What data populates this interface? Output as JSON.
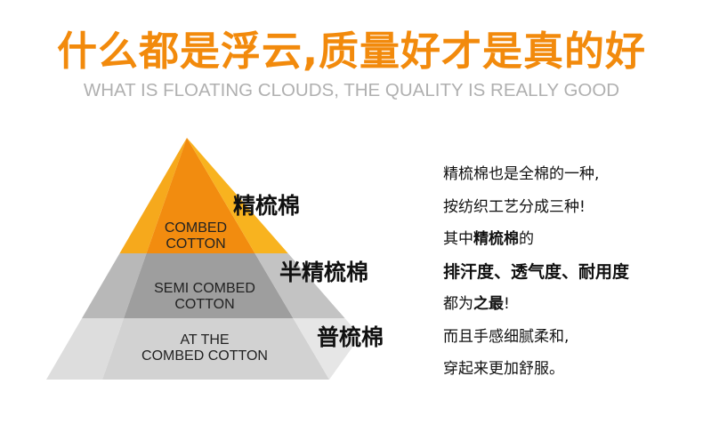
{
  "header": {
    "title": "什么都是浮云,质量好才是真的好",
    "subtitle": "WHAT IS FLOATING CLOUDS, THE QUALITY IS REALLY GOOD"
  },
  "pyramid": {
    "tiers": [
      {
        "en": "COMBED COTTON",
        "en_line1": "COMBED",
        "en_line2": "COTTON",
        "cn": "精梳棉",
        "color": "#f28c0f"
      },
      {
        "en": "SEMI COMBED COTTON",
        "en_line1": "SEMI COMBED",
        "en_line2": "COTTON",
        "cn": "半精梳棉",
        "color": "#9d9d9d"
      },
      {
        "en": "AT THE COMBED COTTON",
        "en_line1": "AT THE",
        "en_line2": "COMBED COTTON",
        "cn": "普梳棉",
        "color": "#d0d0d0"
      }
    ]
  },
  "description": {
    "line1": "精梳棉也是全棉的一种,",
    "line2": "按纺织工艺分成三种!",
    "line3_a": "其中",
    "line3_b": "精梳棉",
    "line3_c": "的",
    "line4": "排汗度、透气度、耐用度",
    "line5_a": "都为",
    "line5_b": "之最",
    "line5_c": "!",
    "line6": "而且手感细腻柔和,",
    "line7": "穿起来更加舒服。"
  }
}
